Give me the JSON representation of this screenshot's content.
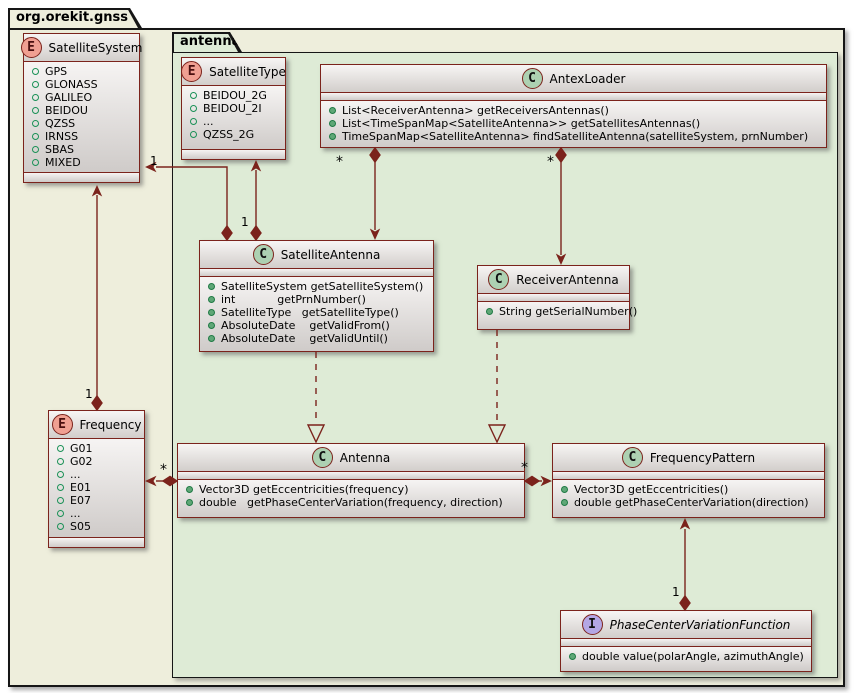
{
  "packages": {
    "outer": {
      "name": "org.orekit.gnss"
    },
    "antenna": {
      "name": "antenna"
    }
  },
  "boxes": {
    "satelliteSystem": {
      "stereotype": "E",
      "name": "SatelliteSystem",
      "values": [
        "GPS",
        "GLONASS",
        "GALILEO",
        "BEIDOU",
        "QZSS",
        "IRNSS",
        "SBAS",
        "MIXED"
      ]
    },
    "satelliteType": {
      "stereotype": "E",
      "name": "SatelliteType",
      "values": [
        "BEIDOU_2G",
        "BEIDOU_2I",
        "...",
        "QZSS_2G"
      ]
    },
    "antexLoader": {
      "stereotype": "C",
      "name": "AntexLoader",
      "methods": [
        "List<ReceiverAntenna> getReceiversAntennas()",
        "List<TimeSpanMap<SatelliteAntenna>> getSatellitesAntennas()",
        "TimeSpanMap<SatelliteAntenna> findSatelliteAntenna(satelliteSystem, prnNumber)"
      ]
    },
    "satelliteAntenna": {
      "stereotype": "C",
      "name": "SatelliteAntenna",
      "methods": [
        "SatelliteSystem getSatelliteSystem()",
        "int            getPrnNumber()",
        "SatelliteType   getSatelliteType()",
        "AbsoluteDate    getValidFrom()",
        "AbsoluteDate    getValidUntil()"
      ]
    },
    "receiverAntenna": {
      "stereotype": "C",
      "name": "ReceiverAntenna",
      "methods": [
        "String getSerialNumber()"
      ]
    },
    "frequency": {
      "stereotype": "E",
      "name": "Frequency",
      "values": [
        "G01",
        "G02",
        "...",
        "E01",
        "E07",
        "...",
        "S05"
      ]
    },
    "antenna": {
      "stereotype": "C",
      "name": "Antenna",
      "methods": [
        "Vector3D getEccentricities(frequency)",
        "double   getPhaseCenterVariation(frequency, direction)"
      ]
    },
    "frequencyPattern": {
      "stereotype": "C",
      "name": "FrequencyPattern",
      "methods": [
        "Vector3D getEccentricities()",
        "double getPhaseCenterVariation(direction)"
      ]
    },
    "phaseCenterVariationFunction": {
      "stereotype": "I",
      "name": "PhaseCenterVariationFunction",
      "methods": [
        "double value(polarAngle, azimuthAngle)"
      ]
    }
  },
  "multiplicities": {
    "satAntToSystem": "1",
    "satAntToType": "1",
    "loaderToSatAnt": "*",
    "loaderToRecv": "*",
    "freqToSystem": "1",
    "antToFreq": "*",
    "antToPattern": "*",
    "pcvfToPattern": "1"
  },
  "colors": {
    "line": "#7B231C",
    "package_outer_fill": "#EEEEDC",
    "package_antenna_fill": "#DEEBD6",
    "enum_badge": "#F0A092",
    "class_badge": "#ADD1B2",
    "interface_badge": "#B4A7E5"
  }
}
